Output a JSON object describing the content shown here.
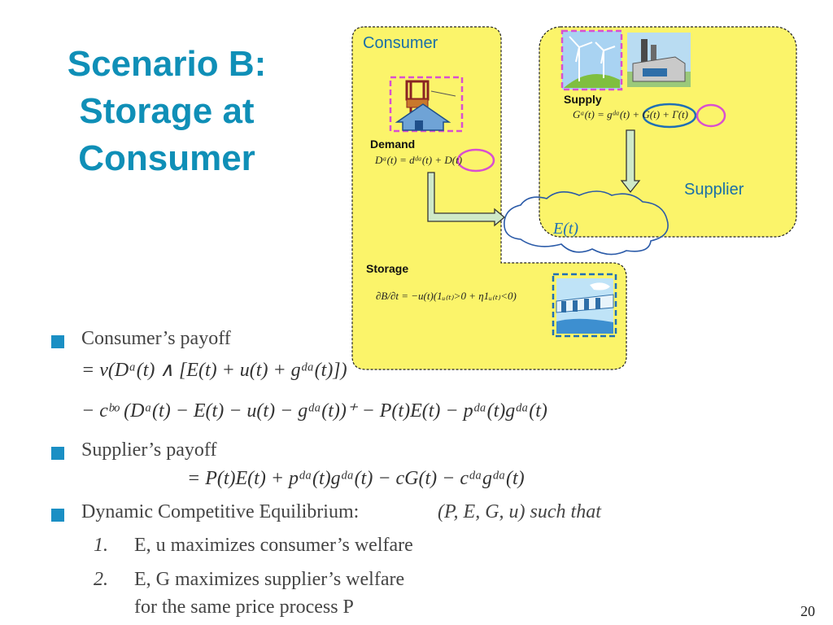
{
  "slide": {
    "title_lines": [
      "Scenario B:",
      "Storage at",
      "Consumer"
    ],
    "page_number": "20"
  },
  "diagram": {
    "consumer_label": "Consumer",
    "supplier_label": "Supplier",
    "demand_label": "Demand",
    "demand_eq": "Dᵃ(t) = dᵈᵃ(t) + D(t)",
    "supply_label": "Supply",
    "supply_eq": "Gᵃ(t) = gᵈᵃ(t) + G(t) + Γ(t)",
    "cloud_label": "E(t)",
    "storage_label": "Storage",
    "storage_eq": "∂B/∂t = −u(t)(1ᵤ₍ₜ₎>0 + η1ᵤ₍ₜ₎<0)",
    "icons": [
      "transformer-house-icon",
      "wind-turbine-icon",
      "power-plant-icon",
      "dam-storage-icon"
    ]
  },
  "content": {
    "consumer_payoff_label": "Consumer’s payoff",
    "consumer_eq1": "= v(Dᵃ(t) ∧ [E(t) + u(t) + gᵈᵃ(t)])",
    "consumer_eq2": "− cᵇᵒ (Dᵃ(t) − E(t) − u(t) − gᵈᵃ(t))⁺ − P(t)E(t) − pᵈᵃ(t)gᵈᵃ(t)",
    "supplier_payoff_label": "Supplier’s payoff",
    "supplier_eq": "= P(t)E(t) + pᵈᵃ(t)gᵈᵃ(t) − cG(t) − cᵈᵃgᵈᵃ(t)",
    "equilibrium_label": "Dynamic Competitive Equilibrium:",
    "equilibrium_tuple": "(P, E, G, u) such that",
    "items": [
      {
        "num": "1.",
        "text": "E, u maximizes consumer’s welfare"
      },
      {
        "num": "2.",
        "text": "E, G maximizes supplier’s welfare"
      }
    ],
    "item2_cont": "for the same price process P"
  },
  "colors": {
    "title": "#0f8fb7",
    "box_fill": "#fbf46a",
    "bullet": "#1a8fc4",
    "highlight_pink": "#d94fd0",
    "highlight_blue": "#1f6fb5"
  }
}
